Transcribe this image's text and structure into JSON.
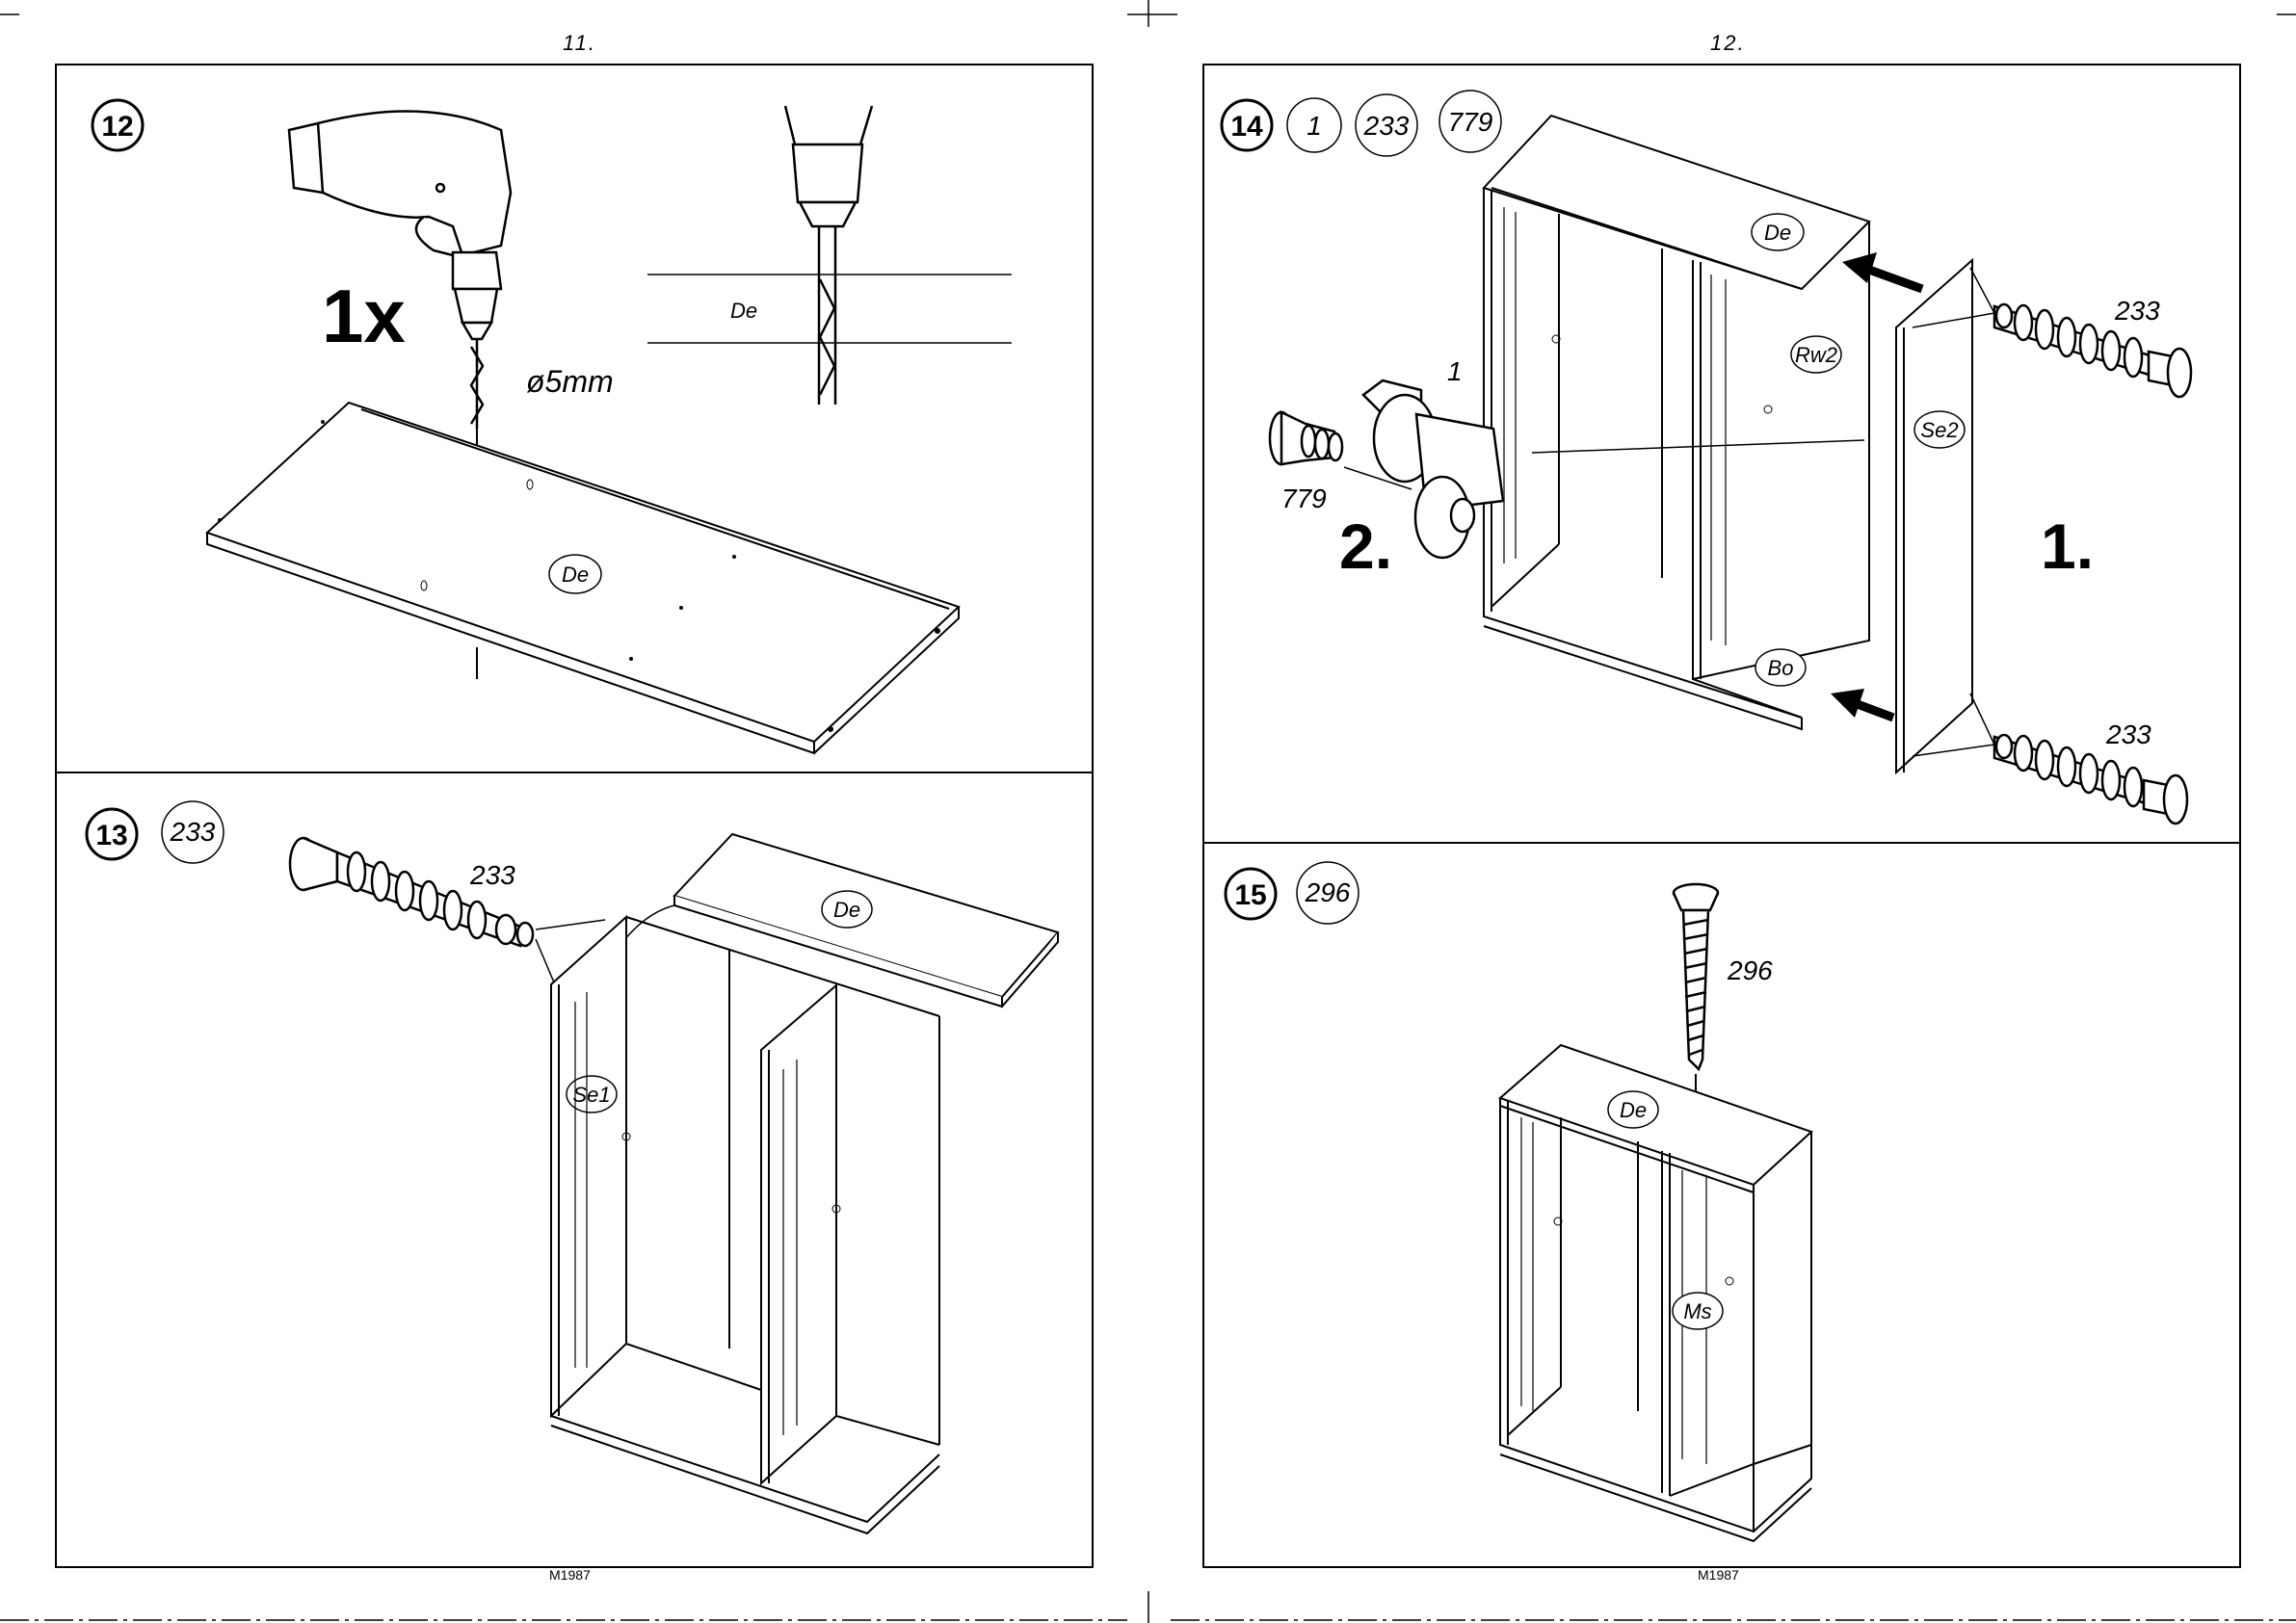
{
  "pages": {
    "left": {
      "number": "11.",
      "code": "M1987"
    },
    "right": {
      "number": "12.",
      "code": "M1987"
    }
  },
  "steps": {
    "s12": {
      "step": "12",
      "count": "1x",
      "drill_size": "ø5mm",
      "panel": "De",
      "detail_panel": "De"
    },
    "s13": {
      "step": "13",
      "part": "233",
      "screw_label": "233",
      "panel_top": "De",
      "panel_side": "Se1"
    },
    "s14": {
      "step": "14",
      "parts": [
        "1",
        "233",
        "779"
      ],
      "panel_top": "De",
      "panel_back": "Rw2",
      "panel_side": "Se2",
      "panel_bottom": "Bo",
      "cam_label": "1",
      "cam_screw_label": "779",
      "screw_top_label": "233",
      "screw_bottom_label": "233",
      "order_one": "1.",
      "order_two": "2."
    },
    "s15": {
      "step": "15",
      "part": "296",
      "screw_label": "296",
      "panel_top": "De",
      "panel_mid": "Ms"
    }
  }
}
